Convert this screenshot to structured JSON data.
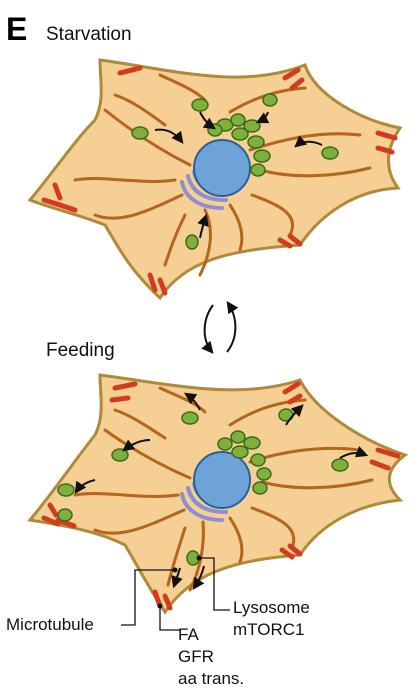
{
  "panel": {
    "letter": "E",
    "top_condition": "Starvation",
    "transition_label": "Feeding"
  },
  "annotations": {
    "microtubule": "Microtubule",
    "lysosome": "Lysosome",
    "mtorc1": "mTORC1",
    "fa": "FA",
    "gfr": "GFR",
    "aa_trans": "aa trans."
  },
  "colors": {
    "cytoplasm": "#f5cf94",
    "cell_outline": "#b08a3a",
    "microtubule": "#b5651d",
    "focal_adhesion": "#d23b1e",
    "lysosome": "#7fb03e",
    "nucleus": "#6da3d6",
    "golgi": "#8e8fd0"
  }
}
